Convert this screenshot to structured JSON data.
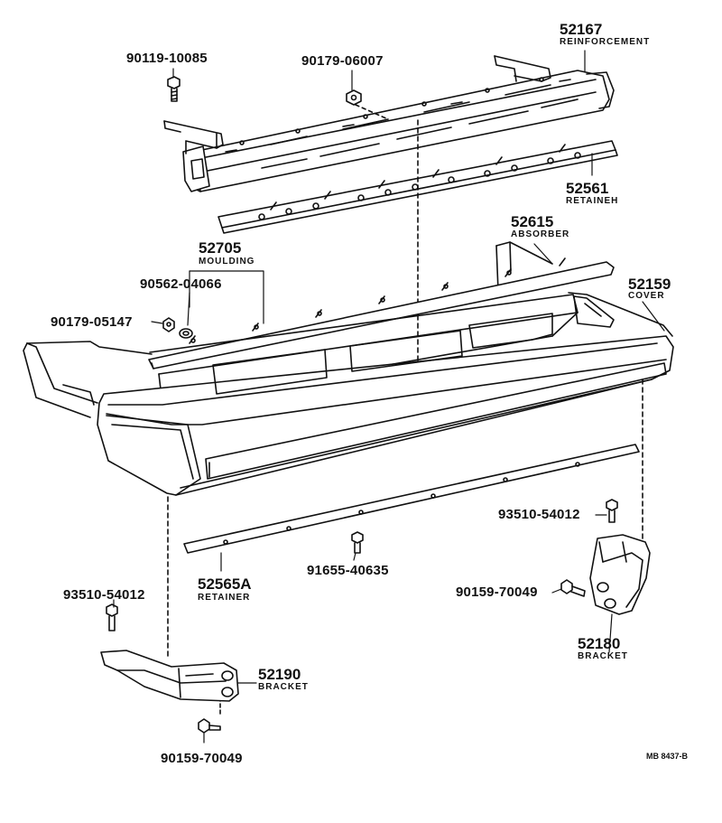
{
  "parts": [
    {
      "id": "reinforcement",
      "number": "52167",
      "name": "REINFORCEMENT"
    },
    {
      "id": "retainer-upper",
      "number": "52561",
      "name": "RETAINEH"
    },
    {
      "id": "absorber",
      "number": "52615",
      "name": "ABSORBER"
    },
    {
      "id": "moulding",
      "number": "52705",
      "name": "MOULDING"
    },
    {
      "id": "cover",
      "number": "52159",
      "name": "COVER"
    },
    {
      "id": "retainer-lower",
      "number": "52565A",
      "name": "RETAINER"
    },
    {
      "id": "bracket-right",
      "number": "52180",
      "name": "BRACKET"
    },
    {
      "id": "bracket-left",
      "number": "52190",
      "name": "BRACKET"
    }
  ],
  "fasteners": [
    {
      "id": "bolt-top-left",
      "number": "90119-10085"
    },
    {
      "id": "nut-top",
      "number": "90179-06007"
    },
    {
      "id": "clip-moulding",
      "number": "90562-04066"
    },
    {
      "id": "nut-moulding",
      "number": "90179-05147"
    },
    {
      "id": "screw-right-top",
      "number": "93510-54012"
    },
    {
      "id": "screw-retainer",
      "number": "91655-40635"
    },
    {
      "id": "bolt-right",
      "number": "90159-70049"
    },
    {
      "id": "screw-left",
      "number": "93510-54012"
    },
    {
      "id": "bolt-left",
      "number": "90159-70049"
    }
  ],
  "reference": "MB 8437-B"
}
